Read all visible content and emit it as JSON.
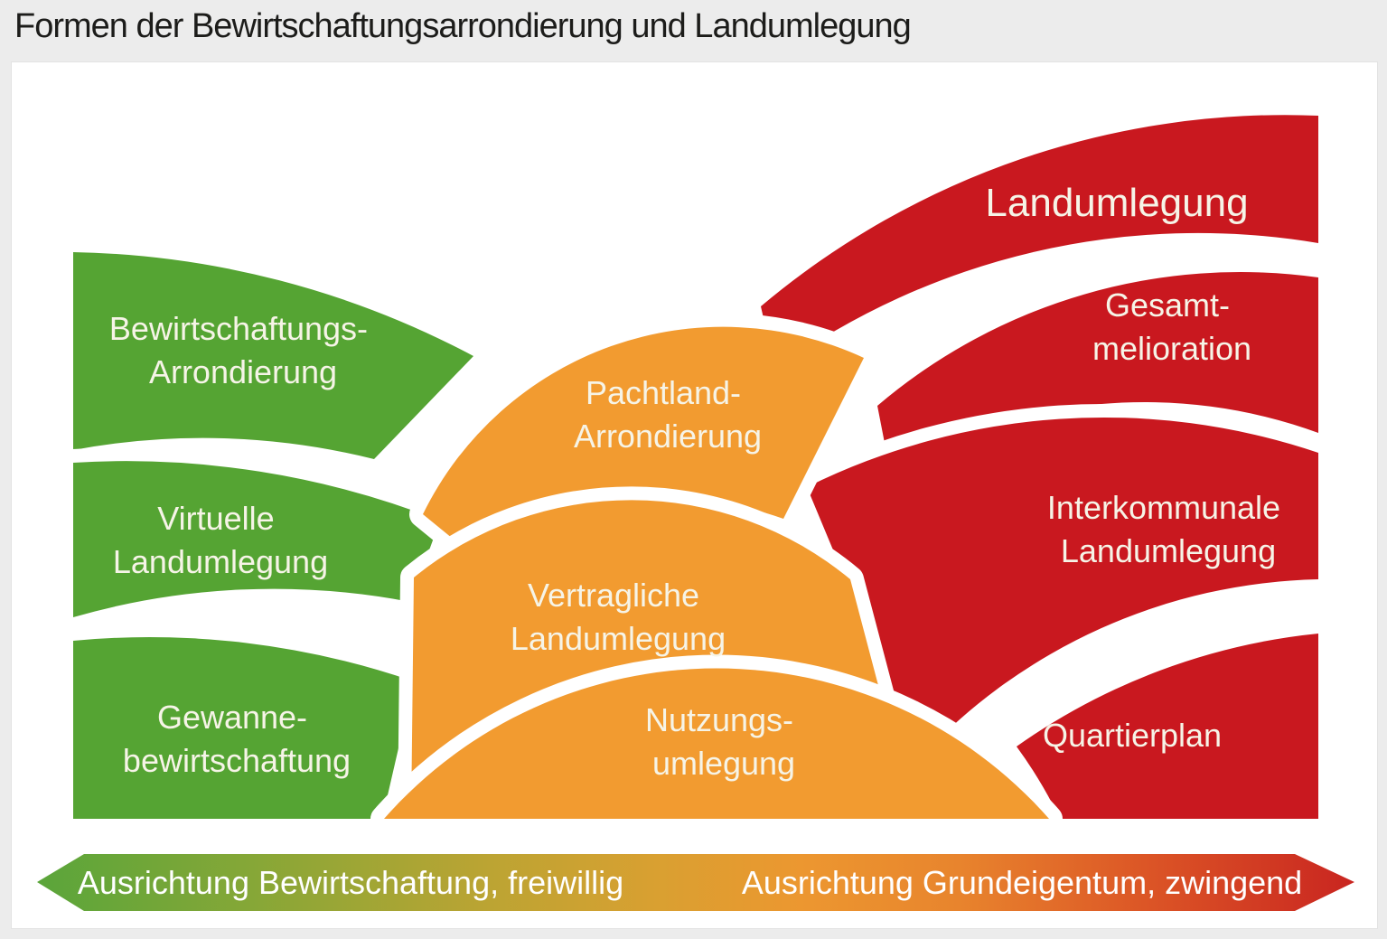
{
  "title": "Formen der Bewirtschaftungsarrondierung und Landumlegung",
  "colors": {
    "green": "#55a433",
    "orange": "#f29b30",
    "red": "#c9181f",
    "label_text": "#f6f4e7"
  },
  "shapes": [
    {
      "id": "bewirtschaftungs-arrondierung",
      "group": "bewirtschaftung",
      "color_key": "green",
      "lines": [
        "Bewirtschaftungs-",
        "Arrondierung"
      ]
    },
    {
      "id": "virtuelle-landumlegung",
      "group": "bewirtschaftung",
      "color_key": "green",
      "lines": [
        "Virtuelle",
        "Landumlegung"
      ]
    },
    {
      "id": "gewannebewirtschaftung",
      "group": "bewirtschaftung",
      "color_key": "green",
      "lines": [
        "Gewanne-",
        "bewirtschaftung"
      ]
    },
    {
      "id": "pachtland-arrondierung",
      "group": "vertraglich",
      "color_key": "orange",
      "lines": [
        "Pachtland-",
        "Arrondierung"
      ]
    },
    {
      "id": "vertragliche-landumlegung",
      "group": "vertraglich",
      "color_key": "orange",
      "lines": [
        "Vertragliche",
        "Landumlegung"
      ]
    },
    {
      "id": "nutzungsumlegung",
      "group": "vertraglich",
      "color_key": "orange",
      "lines": [
        "Nutzungs-",
        "umlegung"
      ]
    },
    {
      "id": "landumlegung",
      "group": "landumlegung",
      "color_key": "red",
      "lines": [
        "Landumlegung"
      ]
    },
    {
      "id": "gesamtmelioration",
      "group": "landumlegung",
      "color_key": "red",
      "lines": [
        "Gesamt-",
        "melioration"
      ]
    },
    {
      "id": "interkommunale-landumlegung",
      "group": "landumlegung",
      "color_key": "red",
      "lines": [
        "Interkommunale",
        "Landumlegung"
      ]
    },
    {
      "id": "quartierplan",
      "group": "landumlegung",
      "color_key": "red",
      "lines": [
        "Quartierplan"
      ]
    }
  ],
  "axis_arrow": {
    "left_label": "Ausrichtung Bewirtschaftung, freiwillig",
    "right_label": "Ausrichtung Grundeigentum, zwingend",
    "gradient": [
      "#5aa53a",
      "#85a737",
      "#bba433",
      "#d9a031",
      "#ec9730",
      "#e8842d",
      "#dc5626",
      "#c92520"
    ]
  }
}
